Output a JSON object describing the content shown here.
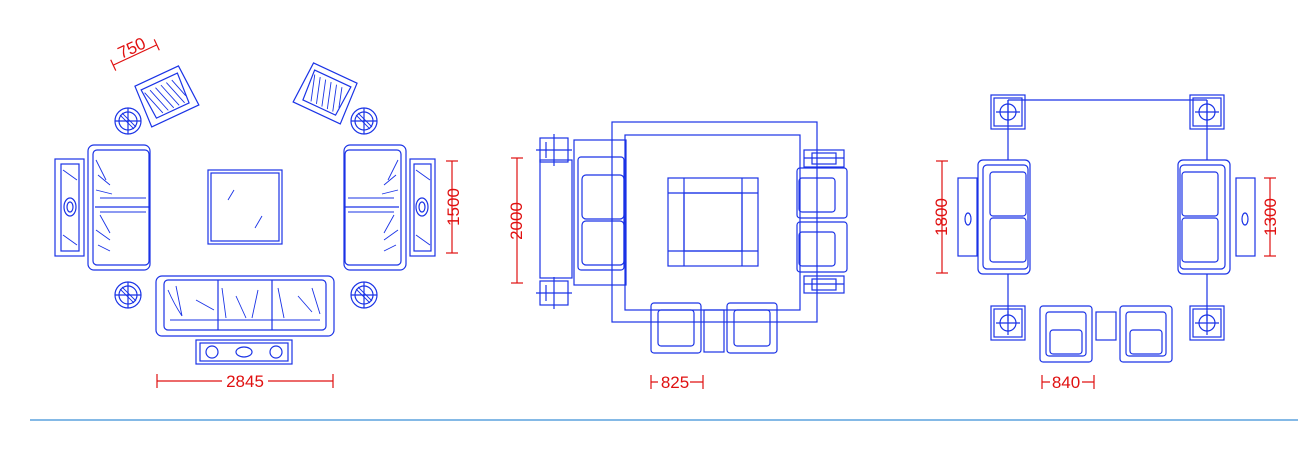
{
  "colors": {
    "furniture": "#1a33e6",
    "dimension": "#e01010",
    "rule": "#3a8fd8",
    "background": "#ffffff"
  },
  "layout1": {
    "dims": {
      "armchair_width": "750",
      "side_height": "1500",
      "overall_width": "2845"
    }
  },
  "layout2": {
    "dims": {
      "height": "2000",
      "chair_width": "825"
    }
  },
  "layout3": {
    "dims": {
      "left_height": "1800",
      "right_height": "1300",
      "chair_width": "840"
    }
  }
}
